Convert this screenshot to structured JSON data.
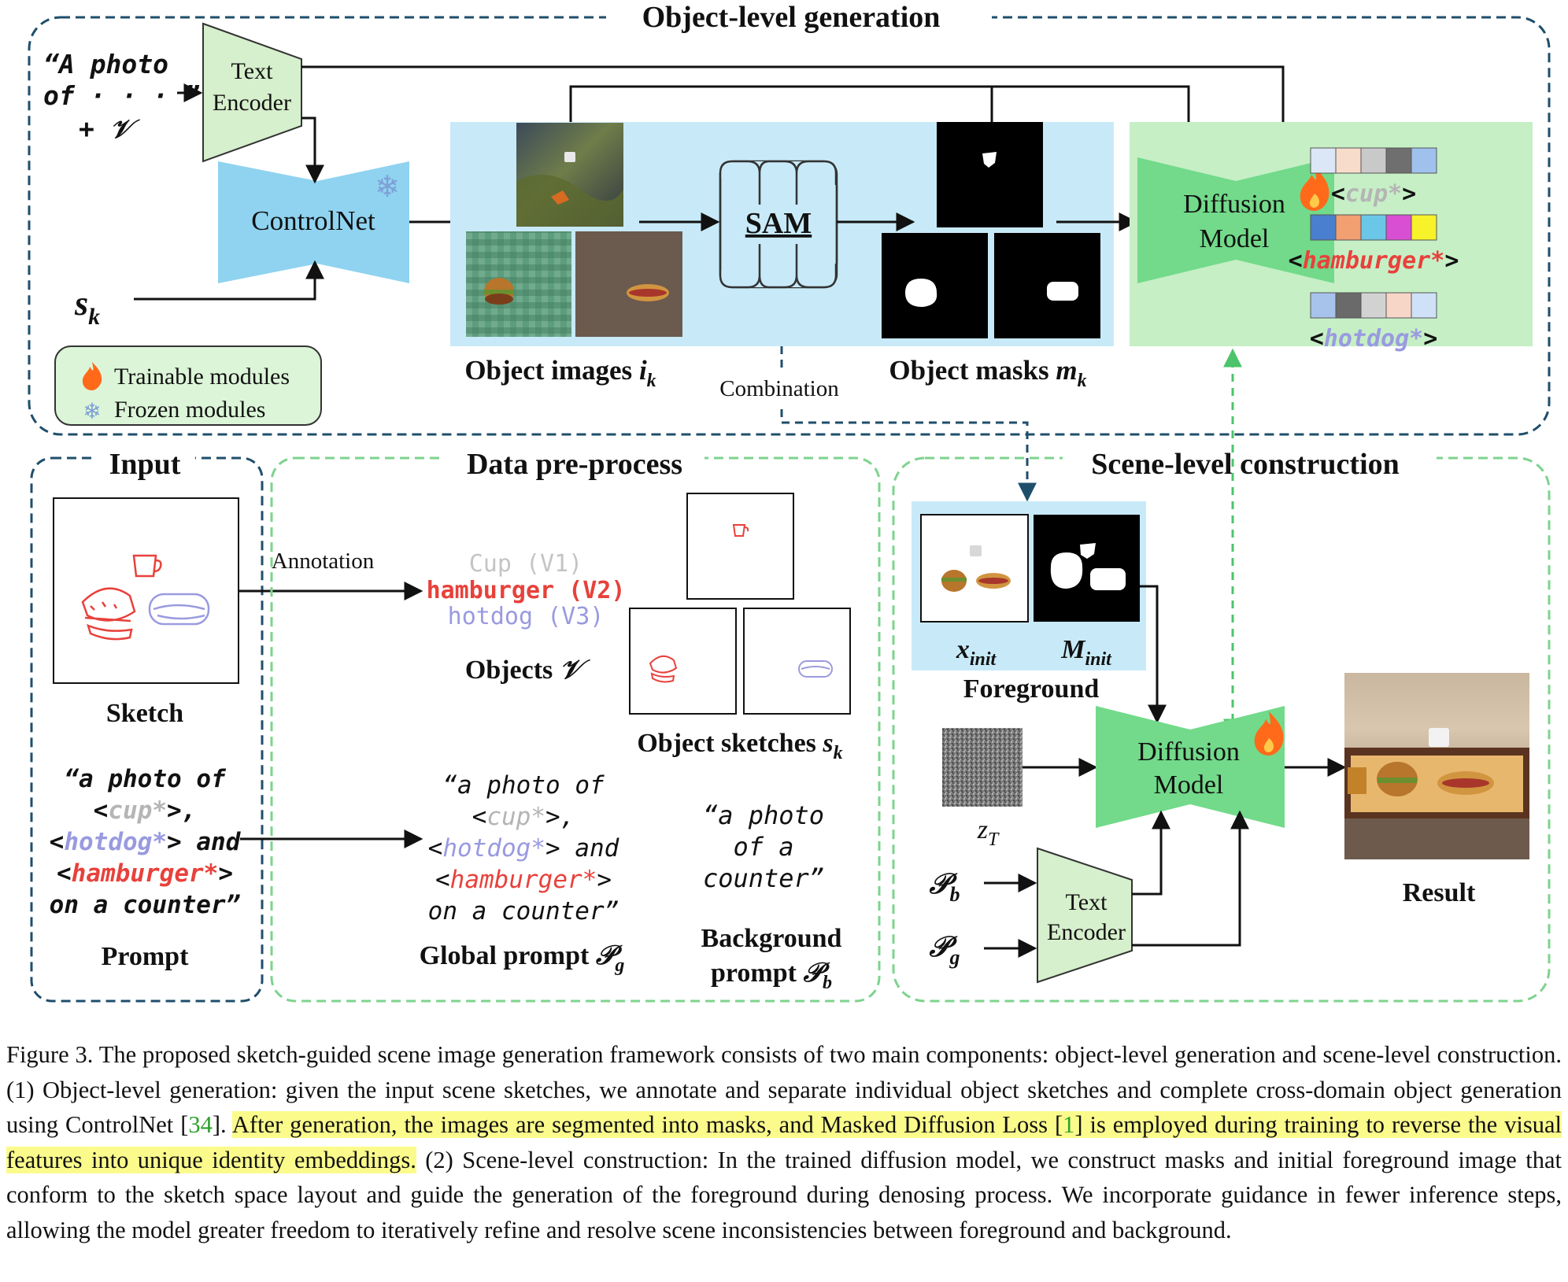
{
  "object_level": {
    "title": "Object-level generation",
    "input_prompt": [
      "“A photo",
      "of  ·  ·  ·  ”",
      "+ 𝒱"
    ],
    "text_encoder": [
      "Text",
      "Encoder"
    ],
    "controlnet": "ControlNet",
    "sk_label": "s",
    "sk_sub": "k",
    "sam": "SAM",
    "object_images_label": "Object images ",
    "object_images_var": "i",
    "object_images_sub": "k",
    "object_masks_label": "Object masks ",
    "object_masks_var": "m",
    "object_masks_sub": "k",
    "combination": "Combination",
    "diffusion": [
      "Diffusion",
      "Model"
    ],
    "tokens": [
      {
        "text": "cup*",
        "color": "#b5b5b5",
        "swatches": [
          "#dbe6f6",
          "#f7dccb",
          "#c9c9c9",
          "#6f6f6f",
          "#9fc1ec"
        ]
      },
      {
        "text": "hamburger*",
        "color": "#e8413b",
        "swatches": [
          "#4a7fcf",
          "#f29f72",
          "#6bc7e8",
          "#d94fd3",
          "#f7f22a"
        ]
      },
      {
        "text": "hotdog*",
        "color": "#9a9ae0",
        "swatches": [
          "#a7c3ec",
          "#6a6a6a",
          "#d2d2d2",
          "#f7d6c8",
          "#cfe1f7"
        ]
      }
    ],
    "legend": {
      "trainable": "Trainable modules",
      "frozen": "Frozen modules"
    }
  },
  "input": {
    "title": "Input",
    "annotation": "Annotation",
    "sketch_label": "Sketch",
    "prompt_lines": [
      [
        {
          "t": "“a photo of",
          "c": "#111111"
        }
      ],
      [
        {
          "t": "<",
          "c": "#111111"
        },
        {
          "t": "cup*",
          "c": "#b5b5b5"
        },
        {
          "t": ">,",
          "c": "#111111"
        }
      ],
      [
        {
          "t": "<",
          "c": "#111111"
        },
        {
          "t": "hotdog*",
          "c": "#9a9ae0"
        },
        {
          "t": "> and",
          "c": "#111111"
        }
      ],
      [
        {
          "t": "<",
          "c": "#111111"
        },
        {
          "t": "hamburger*",
          "c": "#e8413b"
        },
        {
          "t": ">",
          "c": "#111111"
        }
      ],
      [
        {
          "t": "on a counter”",
          "c": "#111111"
        }
      ]
    ],
    "prompt_label": "Prompt"
  },
  "preprocess": {
    "title": "Data pre-process",
    "objects": [
      {
        "text": "Cup (V1)",
        "color": "#c4c4c4"
      },
      {
        "text": "hamburger (V2)",
        "color": "#e8413b"
      },
      {
        "text": "hotdog (V3)",
        "color": "#9a9ae0"
      }
    ],
    "objects_label": "Objects ",
    "objects_var": "𝒱",
    "sketches_label": "Object sketches ",
    "sketches_var": "s",
    "sketches_sub": "k",
    "global_prompt_lines": [
      [
        {
          "t": "“a photo of",
          "c": "#111111"
        }
      ],
      [
        {
          "t": "<",
          "c": "#111111"
        },
        {
          "t": "cup*",
          "c": "#b5b5b5"
        },
        {
          "t": ">,",
          "c": "#111111"
        }
      ],
      [
        {
          "t": "<",
          "c": "#111111"
        },
        {
          "t": "hotdog*",
          "c": "#9a9ae0"
        },
        {
          "t": "> and",
          "c": "#111111"
        }
      ],
      [
        {
          "t": "<",
          "c": "#111111"
        },
        {
          "t": "hamburger*",
          "c": "#e8413b"
        },
        {
          "t": ">",
          "c": "#111111"
        }
      ],
      [
        {
          "t": "on a counter”",
          "c": "#111111"
        }
      ]
    ],
    "global_label": "Global prompt ",
    "global_var": "𝒫",
    "global_sub": "g",
    "bg_prompt_lines": [
      "“a photo",
      "of a",
      "counter”"
    ],
    "bg_label": [
      "Background",
      "prompt "
    ],
    "bg_var": "𝒫",
    "bg_sub": "b"
  },
  "scene": {
    "title": "Scene-level construction",
    "x_var": "x",
    "x_sub": "init",
    "m_var": "M",
    "m_sub": "init",
    "foreground": "Foreground",
    "z_var": "z",
    "z_sub": "T",
    "pb_var": "𝒫",
    "pb_sub": "b",
    "pg_var": "𝒫",
    "pg_sub": "g",
    "text_encoder": [
      "Text",
      "Encoder"
    ],
    "diffusion": [
      "Diffusion",
      "Model"
    ],
    "result": "Result"
  },
  "caption": {
    "p1": "Figure 3. The proposed sketch-guided scene image generation framework consists of two main components: object-level generation and scene-level construction. (1) Object-level generation: given the input scene sketches, we annotate and separate individual object sketches and complete cross-domain object generation using ControlNet [",
    "ref1": "34",
    "p2": "]. ",
    "h1": "After generation, the images are segmented into masks, and Masked Diffusion Loss [",
    "ref2": "1",
    "h2": "] is employed during training to reverse the visual features into unique identity embeddings.",
    "p3": " (2) Scene-level construction: In the trained diffusion model, we construct masks and initial foreground image that conform to the sketch space layout and guide the generation of the foreground during denosing process.  We incorporate guidance in fewer inference steps, allowing the model greater freedom to iteratively refine and resolve scene inconsistencies between foreground and background."
  }
}
